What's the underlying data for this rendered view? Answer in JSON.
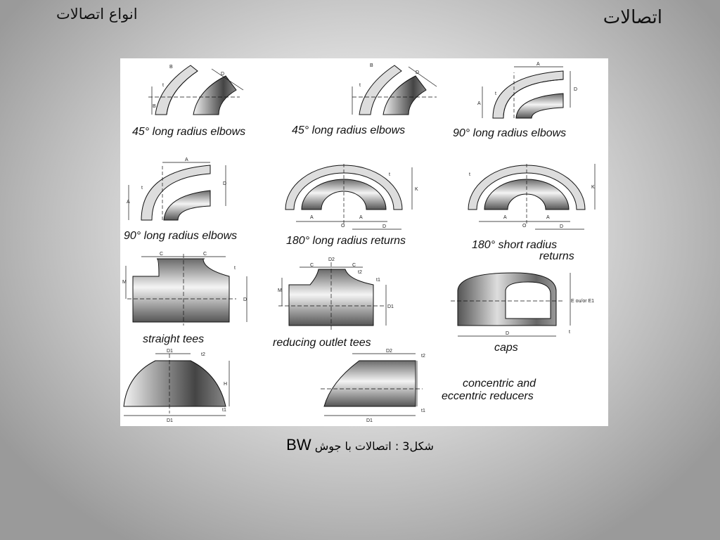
{
  "header": {
    "title_right": "اتصالات",
    "title_left": "انواع اتصالات"
  },
  "figure": {
    "labels": {
      "elbow45_a": "45° long radius elbows",
      "elbow45_b": "45° long radius  elbows",
      "elbow90_a": "90° long radius  elbows",
      "elbow90_b": "90° long radius elbows",
      "return180_long": "180° long radius  returns",
      "return180_short_1": "180° short radius",
      "return180_short_2": "returns",
      "tee_straight": "straight tees",
      "tee_reducing": "reducing outlet tees",
      "caps": "caps",
      "reducers_1": "concentric and",
      "reducers_2": "eccentric reducers"
    },
    "dims": {
      "A": "A",
      "B": "B",
      "D": "D",
      "K": "K",
      "O": "O",
      "C": "C",
      "M": "M",
      "H": "H",
      "t": "t",
      "E": "E ou/or E1",
      "D1": "D1",
      "D2": "D2",
      "t1": "t1",
      "t2": "t2"
    }
  },
  "caption": {
    "code": "BW",
    "text": "شکل3 : اتصالات با جوش"
  }
}
